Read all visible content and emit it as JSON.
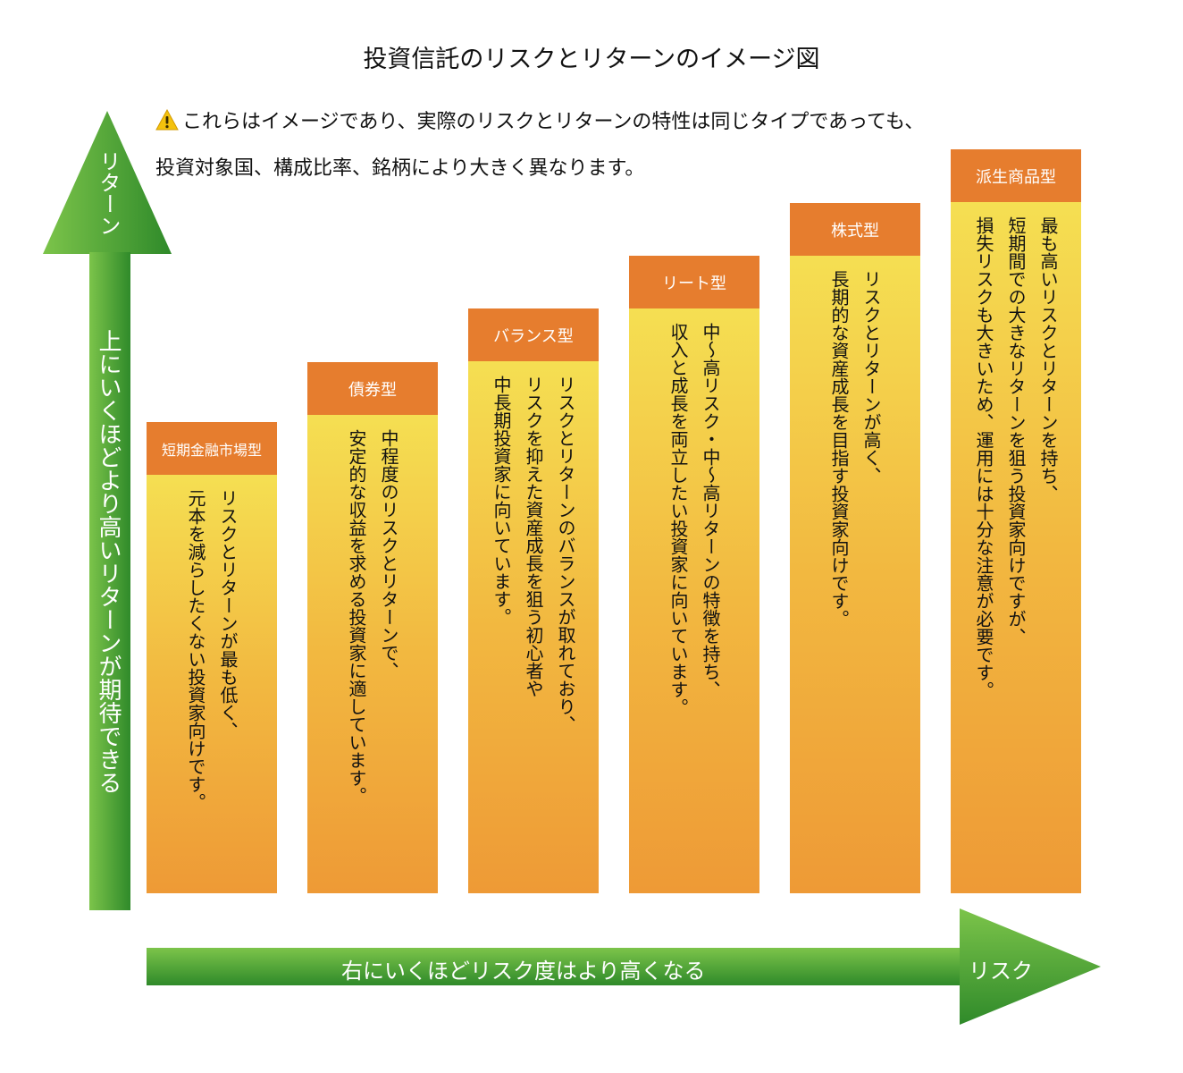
{
  "title": "投資信託のリスクとリターンのイメージ図",
  "note": {
    "line1": "これらはイメージであり、実際のリスクとリターンの特性は同じタイプであっても、",
    "line2": "投資対象国、構成比率、銘柄により大きく異なります。",
    "icon": "warning-icon"
  },
  "axes": {
    "y_head": "リターン",
    "y_desc": "上にいくほどより高いリターンが期待できる",
    "x_desc": "右にいくほどリスク度はより高くなる",
    "x_head": "リスク"
  },
  "colors": {
    "header_orange": "#e67d2e",
    "body_top_yellow": "#f5df52",
    "body_bottom_orange": "#ee9a36",
    "arrow_green_light": "#7cc44a",
    "arrow_green_dark": "#2f8a2a"
  },
  "categories": [
    {
      "name": "短期金融市場型",
      "description": "リスクとリターンが最も低く、\n元本を減らしたくない投資家向けです。"
    },
    {
      "name": "債券型",
      "description": "中程度のリスクとリターンで、\n安定的な収益を求める投資家に適しています。"
    },
    {
      "name": "バランス型",
      "description": "リスクとリターンのバランスが取れており、\nリスクを抑えた資産成長を狙う初心者や\n中長期投資家に向いています。"
    },
    {
      "name": "リート型",
      "description": "中～高リスク・中～高リターンの特徴を持ち、\n収入と成長を両立したい投資家に向いています。"
    },
    {
      "name": "株式型",
      "description": "リスクとリターンが高く、\n長期的な資産成長を目指す投資家向けです。"
    },
    {
      "name": "派生商品型",
      "description": "最も高いリスクとリターンを持ち、\n短期間での大きなリターンを狙う投資家向けですが、\n損失リスクも大きいため、運用には十分な注意が必要です。"
    }
  ]
}
